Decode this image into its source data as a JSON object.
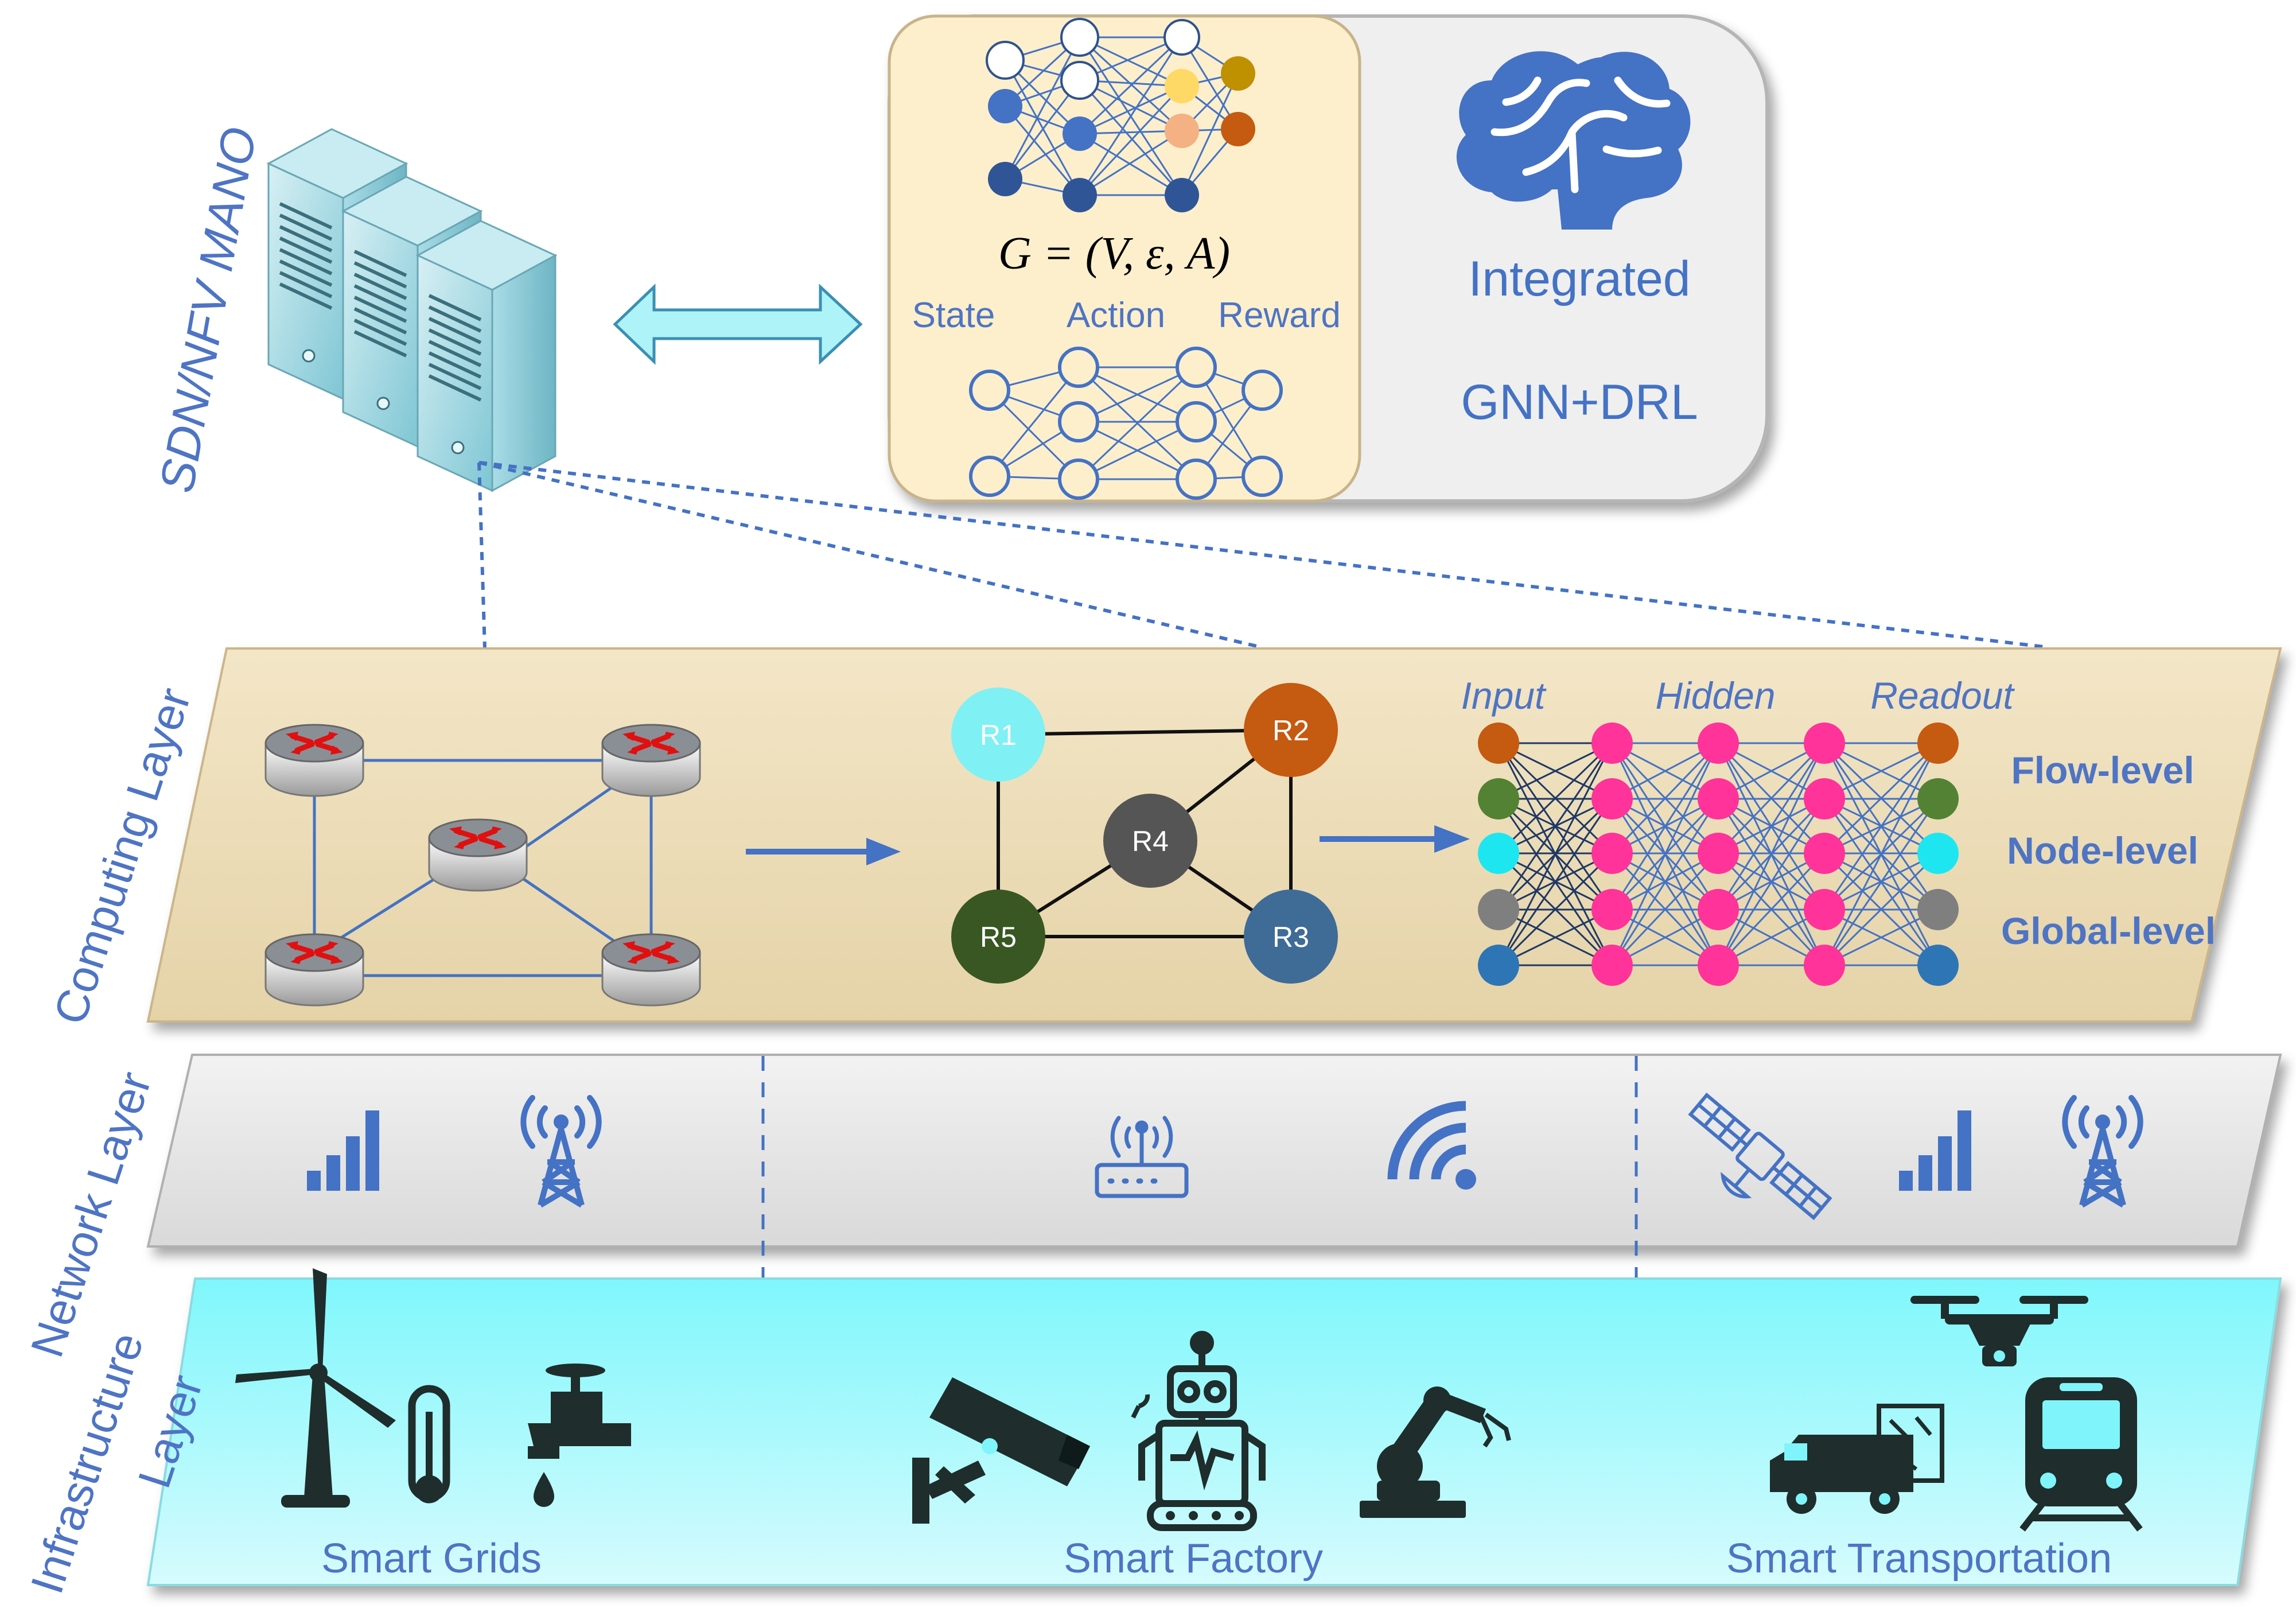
{
  "mano": {
    "label": "SDN/NFV MANO"
  },
  "ai_panel": {
    "equation": "G = (V, ε, A)",
    "state": "State",
    "action": "Action",
    "reward": "Reward",
    "integrated": "Integrated",
    "method": "GNN+DRL"
  },
  "layers": {
    "computing": "Computing Layer",
    "network": "Network Layer",
    "infrastructure_line1": "Infrastructure",
    "infrastructure_line2": "Layer"
  },
  "graph": {
    "nodes": [
      {
        "id": "R1",
        "color": "#7ff0f4"
      },
      {
        "id": "R2",
        "color": "#c55a11"
      },
      {
        "id": "R3",
        "color": "#3f6b97"
      },
      {
        "id": "R4",
        "color": "#555555"
      },
      {
        "id": "R5",
        "color": "#385723"
      }
    ]
  },
  "gnn": {
    "input": "Input",
    "hidden": "Hidden",
    "readout": "Readout",
    "flow": "Flow-level",
    "node": "Node-level",
    "global": "Global-level",
    "node_colors": [
      "#c55a11",
      "#548235",
      "#1ee6f0",
      "#7f7f7f",
      "#2e75b6"
    ],
    "hidden_color": "#ff3399"
  },
  "sections": {
    "grids": "Smart Grids",
    "factory": "Smart Factory",
    "transport": "Smart Transportation"
  },
  "colors": {
    "accent_blue": "#4472c4",
    "label_blue": "#4e74c4",
    "computing_fill": "#ecdcb8",
    "network_fill": "#e6e6e6",
    "infra_fill": "#7ff5fb",
    "ai_left_fill": "#fdefcc",
    "ai_right_fill": "#efefef",
    "icon_dark": "#1f2d2d"
  }
}
